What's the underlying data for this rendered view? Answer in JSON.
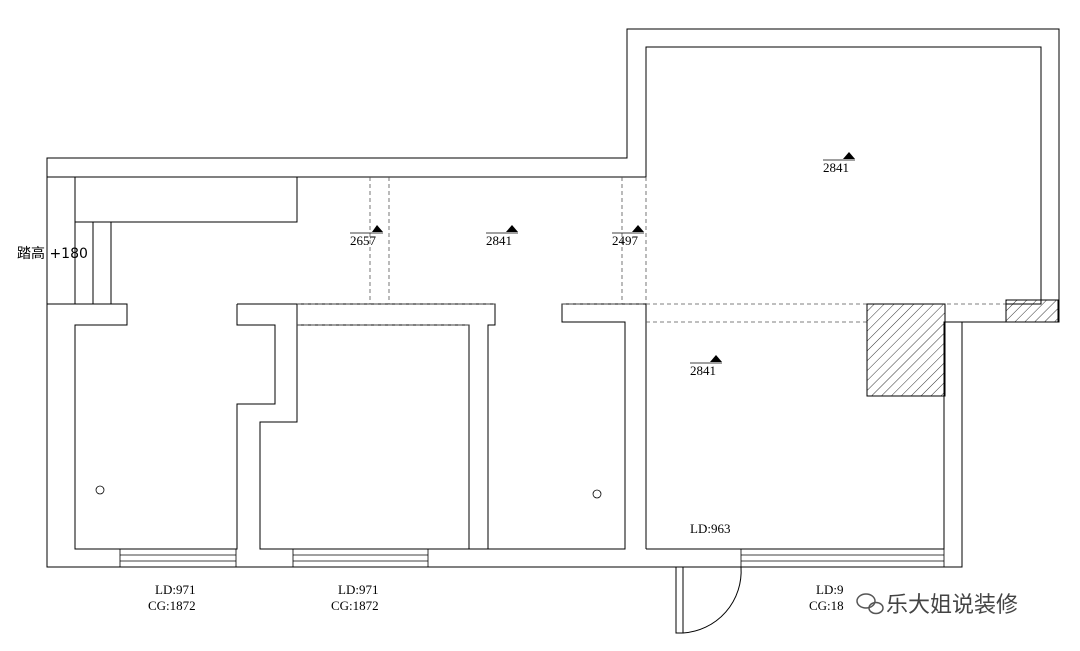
{
  "step_label": "踏高 +180",
  "ceiling_heights": [
    "2657",
    "2841",
    "2497",
    "2841",
    "2841"
  ],
  "room_labels": [
    {
      "ld": "LD:971",
      "cg": "CG:1872"
    },
    {
      "ld": "LD:971",
      "cg": "CG:1872"
    },
    {
      "ld": "LD:963",
      "cg": ""
    },
    {
      "ld": "LD:9",
      "cg": "CG:18"
    }
  ],
  "watermark": "乐大姐说装修",
  "colors": {
    "line": "#000000",
    "dash": "#555555",
    "background": "#ffffff"
  }
}
